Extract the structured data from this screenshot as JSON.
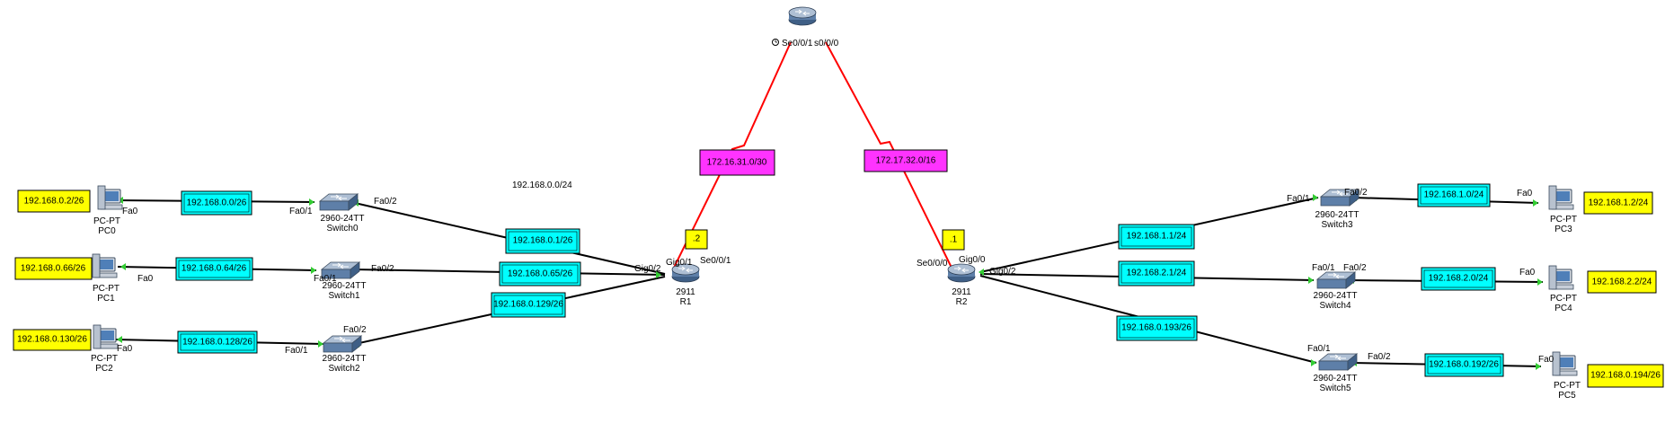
{
  "colors": {
    "cyan_box": "#00ffff",
    "yellow_box": "#ffff00",
    "magenta_box": "#ff33ff",
    "link": "#000000",
    "serial_link": "#ff0000",
    "port_up": "#33cc33"
  },
  "network_label": "192.168.0.0/24",
  "top_router": {
    "icon": "router-icon",
    "port_left": "Se0/0/1",
    "port_right": "s0/0/0",
    "clock_icon": "clock-icon"
  },
  "routers": [
    {
      "model": "2911",
      "name": "R1",
      "ports": [
        "Gig0/2",
        "Gig0/1",
        "Se0/0/1"
      ],
      "icon": "router-icon"
    },
    {
      "model": "2911",
      "name": "R2",
      "ports": [
        "Se0/0/0",
        "Gig0/0",
        "Gig0/2"
      ],
      "icon": "router-icon"
    }
  ],
  "switches": [
    {
      "model": "2960-24TT",
      "name": "Switch0",
      "port_in": "Fa0/1",
      "port_out": "Fa0/2"
    },
    {
      "model": "2960-24TT",
      "name": "Switch1",
      "port_in": "Fa0/1",
      "port_out": "Fa0/2"
    },
    {
      "model": "2960-24TT",
      "name": "Switch2",
      "port_in": "Fa0/1",
      "port_out": "Fa0/2"
    },
    {
      "model": "2960-24TT",
      "name": "Switch3",
      "port_in": "Fa0/1",
      "port_out": "Fa0/2"
    },
    {
      "model": "2960-24TT",
      "name": "Switch4",
      "port_in": "Fa0/1",
      "port_out": "Fa0/2"
    },
    {
      "model": "2960-24TT",
      "name": "Switch5",
      "port_in": "Fa0/1",
      "port_out": "Fa0/2"
    }
  ],
  "pcs": [
    {
      "model": "PC-PT",
      "name": "PC0",
      "port": "Fa0",
      "ip": "192.168.0.2/26"
    },
    {
      "model": "PC-PT",
      "name": "PC1",
      "port": "Fa0",
      "ip": "192.168.0.66/26"
    },
    {
      "model": "PC-PT",
      "name": "PC2",
      "port": "Fa0",
      "ip": "192.168.0.130/26"
    },
    {
      "model": "PC-PT",
      "name": "PC3",
      "port": "Fa0",
      "ip": "192.168.1.2/24"
    },
    {
      "model": "PC-PT",
      "name": "PC4",
      "port": "Fa0",
      "ip": "192.168.2.2/24"
    },
    {
      "model": "PC-PT",
      "name": "PC5",
      "port": "Fa0",
      "ip": "192.168.0.194/26"
    }
  ],
  "lan_boxes": [
    "192.168.0.0/26",
    "192.168.0.64/26",
    "192.168.0.128/26",
    "192.168.1.0/24",
    "192.168.2.0/24",
    "192.168.0.192/26"
  ],
  "gateway_boxes": [
    "192.168.0.1/26",
    "192.168.0.65/26",
    "192.168.0.129/26",
    "192.168.1.1/24",
    "192.168.2.1/24",
    "192.168.0.193/26"
  ],
  "wan_boxes": [
    "172.16.31.0/30",
    "172.17.32.0/16"
  ],
  "wan_host_ids": [
    ".2",
    ".1"
  ]
}
